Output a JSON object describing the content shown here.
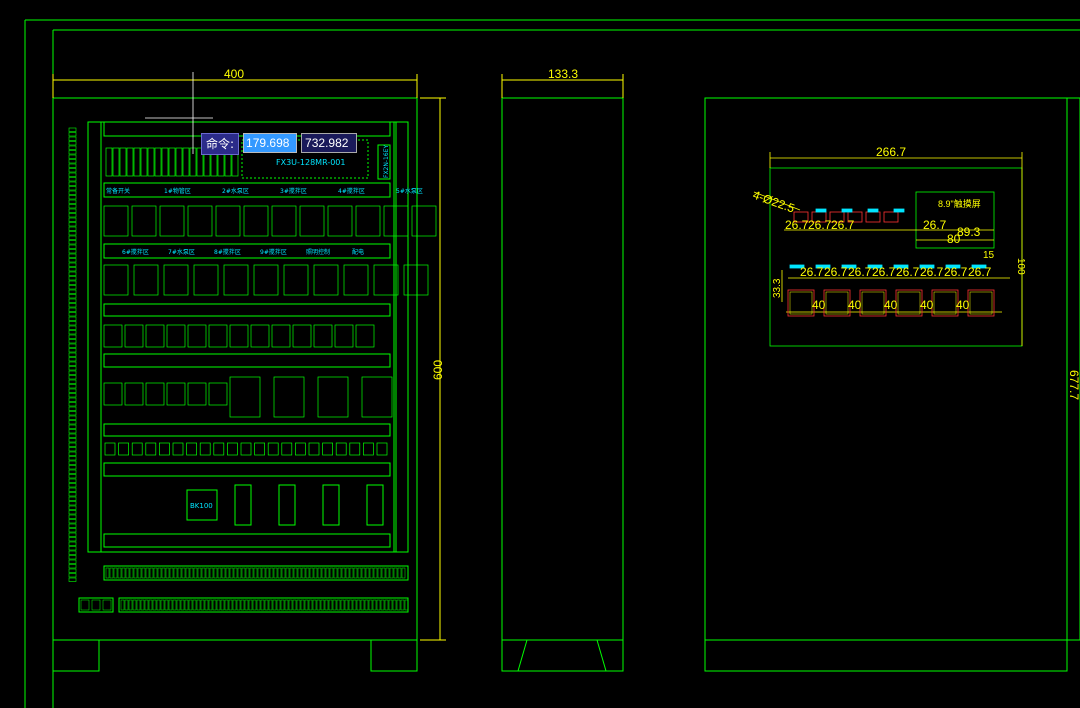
{
  "colors": {
    "frame": "#00ff00",
    "dim": "#ffff00",
    "text": "#00e5ff",
    "accent": "#ff3333",
    "background": "#000000"
  },
  "dimensions": {
    "front_width": "400",
    "front_height": "600",
    "side_width": "133.3",
    "plan_width": "266.7",
    "plan_height": "100",
    "hole": "4-Ø22.5",
    "screen_label": "8.9\"触摸屏",
    "d26_7": "26.7",
    "d89_3": "89.3",
    "d80": "80",
    "d15": "15",
    "d40": "40",
    "d33_3": "33.3",
    "right_edge": "677.7"
  },
  "panel": {
    "plc_label": "FX3U-128MR-001",
    "module_label": "FX2N-16EY",
    "row1_zones": [
      "常备开关",
      "1#物管区",
      "2#水泵区",
      "3#搅拌区",
      "4#搅拌区",
      "5#水泵区"
    ],
    "row2_zones": [
      "6#搅拌区",
      "7#水泵区",
      "8#搅拌区",
      "9#搅拌区",
      "照明控制",
      "配电"
    ],
    "bk_label": "BK100"
  },
  "command": {
    "label": "命令:",
    "x_value": "179.698",
    "y_value": "732.982"
  }
}
